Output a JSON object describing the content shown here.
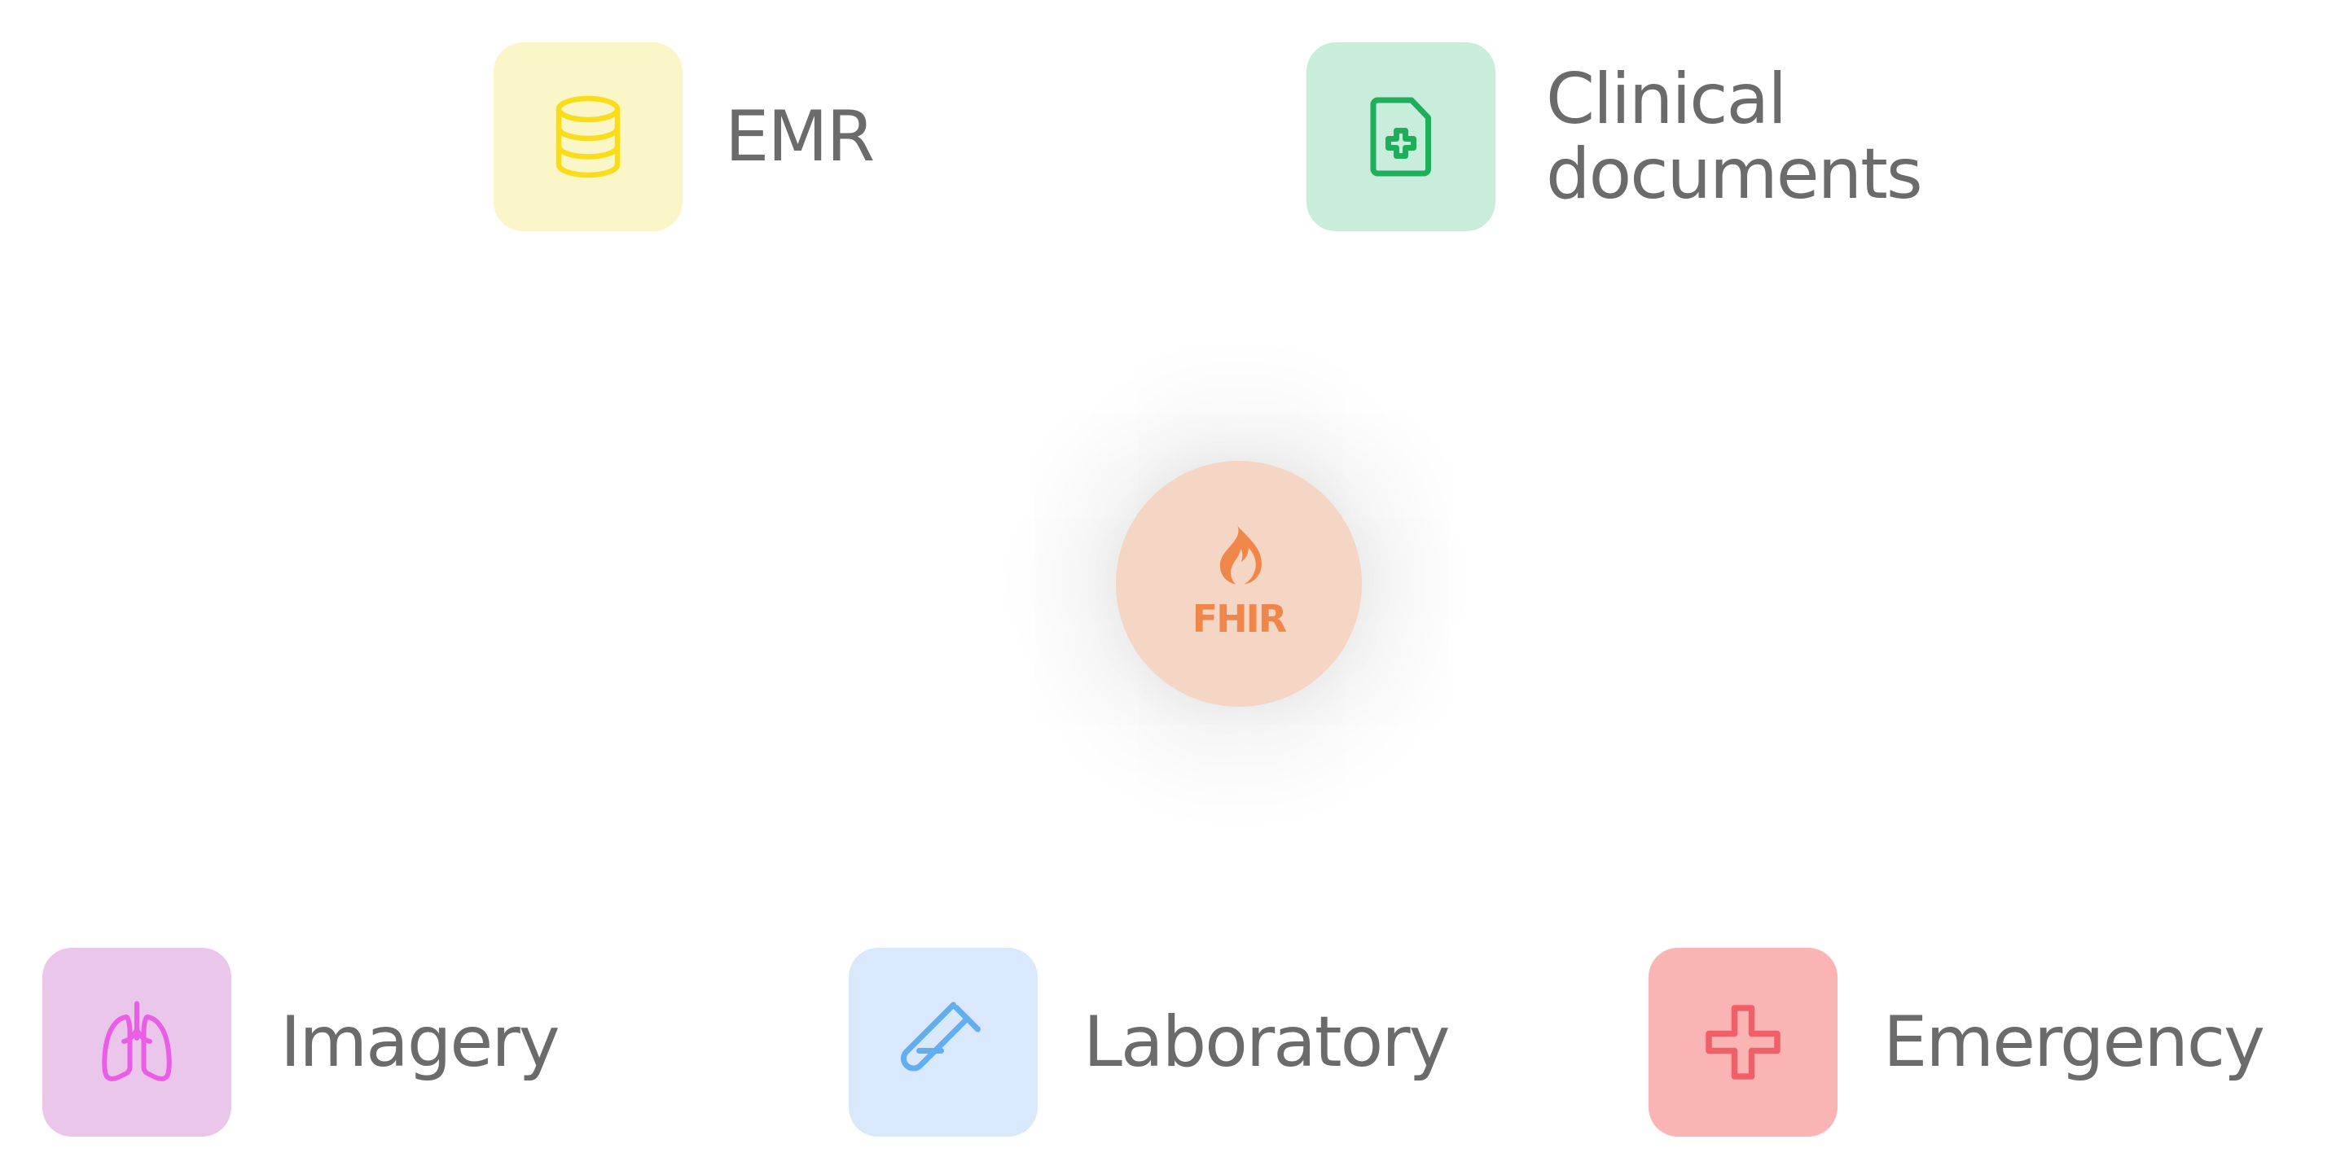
{
  "hub": {
    "label": "FHIR",
    "icon": "flame-icon",
    "background": "#f5d5c4",
    "accent": "#f0874a"
  },
  "nodes": [
    {
      "id": "emr",
      "label": "EMR",
      "icon": "database-icon",
      "tile_color": "#fbf6c8",
      "icon_color": "#f9dc1a"
    },
    {
      "id": "clinical",
      "label": "Clinical\ndocuments",
      "icon": "medical-document-icon",
      "tile_color": "#c8eedb",
      "icon_color": "#1fae5c"
    },
    {
      "id": "imagery",
      "label": "Imagery",
      "icon": "lungs-icon",
      "tile_color": "#e9c6ea",
      "icon_color": "#ea5ee6"
    },
    {
      "id": "laboratory",
      "label": "Laboratory",
      "icon": "test-tube-icon",
      "tile_color": "#d9e8fb",
      "icon_color": "#63aef0"
    },
    {
      "id": "emergency",
      "label": "Emergency",
      "icon": "medical-cross-icon",
      "tile_color": "#fab4b4",
      "icon_color": "#f0606a"
    }
  ]
}
